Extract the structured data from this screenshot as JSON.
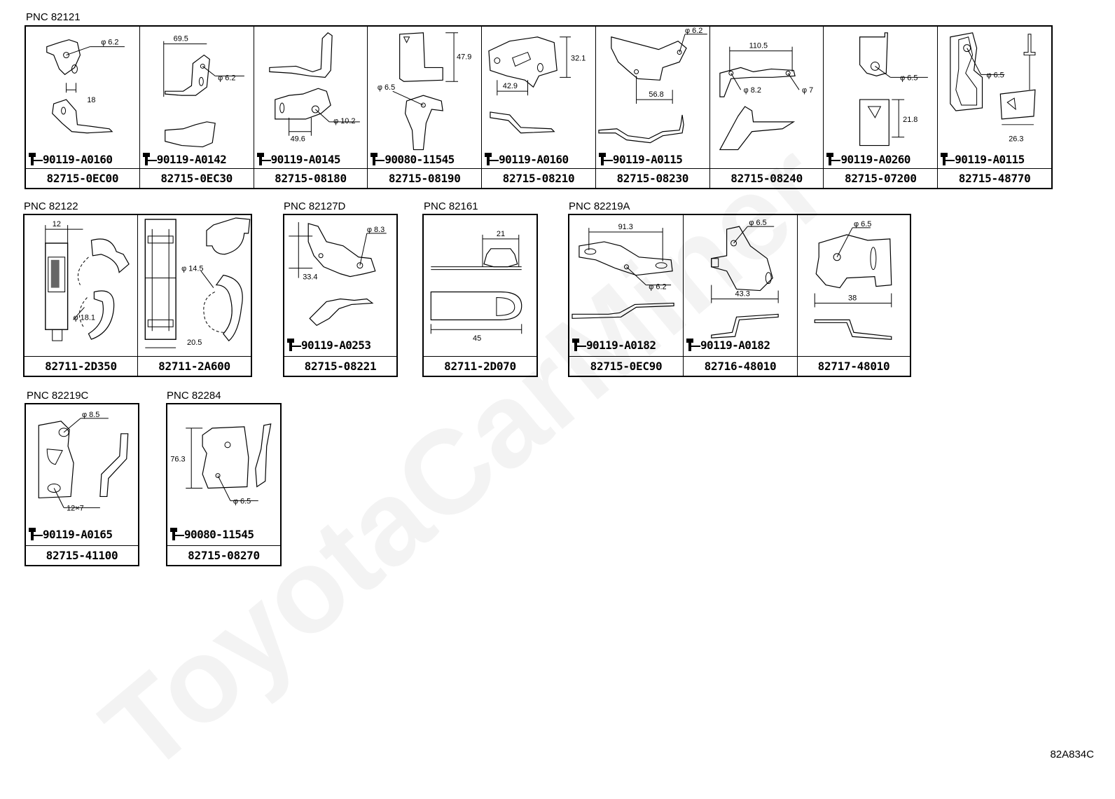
{
  "groups": [
    {
      "label": "PNC 82121",
      "cells": [
        {
          "part": "82715-0EC00",
          "bolt": "90119-A0160",
          "dims": [
            "φ 6.2",
            "18"
          ]
        },
        {
          "part": "82715-0EC30",
          "bolt": "90119-A0142",
          "dims": [
            "69.5",
            "φ 6.2"
          ]
        },
        {
          "part": "82715-08180",
          "bolt": "90119-A0145",
          "dims": [
            "49.6",
            "φ 10.2"
          ]
        },
        {
          "part": "82715-08190",
          "bolt": "90080-11545",
          "dims": [
            "47.9",
            "φ 6.5"
          ]
        },
        {
          "part": "82715-08210",
          "bolt": "90119-A0160",
          "dims": [
            "32.1",
            "42.9"
          ]
        },
        {
          "part": "82715-08230",
          "bolt": "90119-A0115",
          "dims": [
            "φ 6.2",
            "56.8"
          ]
        },
        {
          "part": "82715-08240",
          "bolt": "",
          "dims": [
            "110.5",
            "φ 8.2",
            "φ 7"
          ]
        },
        {
          "part": "82715-07200",
          "bolt": "90119-A0260",
          "dims": [
            "φ 6.5",
            "21.8"
          ]
        },
        {
          "part": "82715-48770",
          "bolt": "90119-A0115",
          "dims": [
            "φ 6.5",
            "26.3"
          ]
        }
      ]
    },
    {
      "label": "PNC 82122",
      "cells": [
        {
          "part": "82711-2D350",
          "bolt": "",
          "dims": [
            "12",
            "φ 18.1"
          ]
        },
        {
          "part": "82711-2A600",
          "bolt": "",
          "dims": [
            "φ 14.5",
            "20.5"
          ]
        }
      ]
    },
    {
      "label": "PNC 82127D",
      "cells": [
        {
          "part": "82715-08221",
          "bolt": "90119-A0253",
          "dims": [
            "φ 8.3",
            "33.4"
          ]
        }
      ]
    },
    {
      "label": "PNC 82161",
      "cells": [
        {
          "part": "82711-2D070",
          "bolt": "",
          "dims": [
            "21",
            "45"
          ]
        }
      ]
    },
    {
      "label": "PNC 82219A",
      "cells": [
        {
          "part": "82715-0EC90",
          "bolt": "90119-A0182",
          "dims": [
            "91.3",
            "φ 6.2"
          ]
        },
        {
          "part": "82716-48010",
          "bolt": "90119-A0182",
          "dims": [
            "φ 6.5",
            "43.3"
          ]
        },
        {
          "part": "82717-48010",
          "bolt": "",
          "dims": [
            "φ 6.5",
            "38"
          ]
        }
      ]
    },
    {
      "label": "PNC 82219C",
      "cells": [
        {
          "part": "82715-41100",
          "bolt": "90119-A0165",
          "dims": [
            "φ 8.5",
            "12×7"
          ]
        }
      ]
    },
    {
      "label": "PNC 82284",
      "cells": [
        {
          "part": "82715-08270",
          "bolt": "90080-11545",
          "dims": [
            "76.3",
            "φ 6.5"
          ]
        }
      ]
    }
  ],
  "diagram_code": "82A834C",
  "watermark": "ToyotaCarMiner"
}
